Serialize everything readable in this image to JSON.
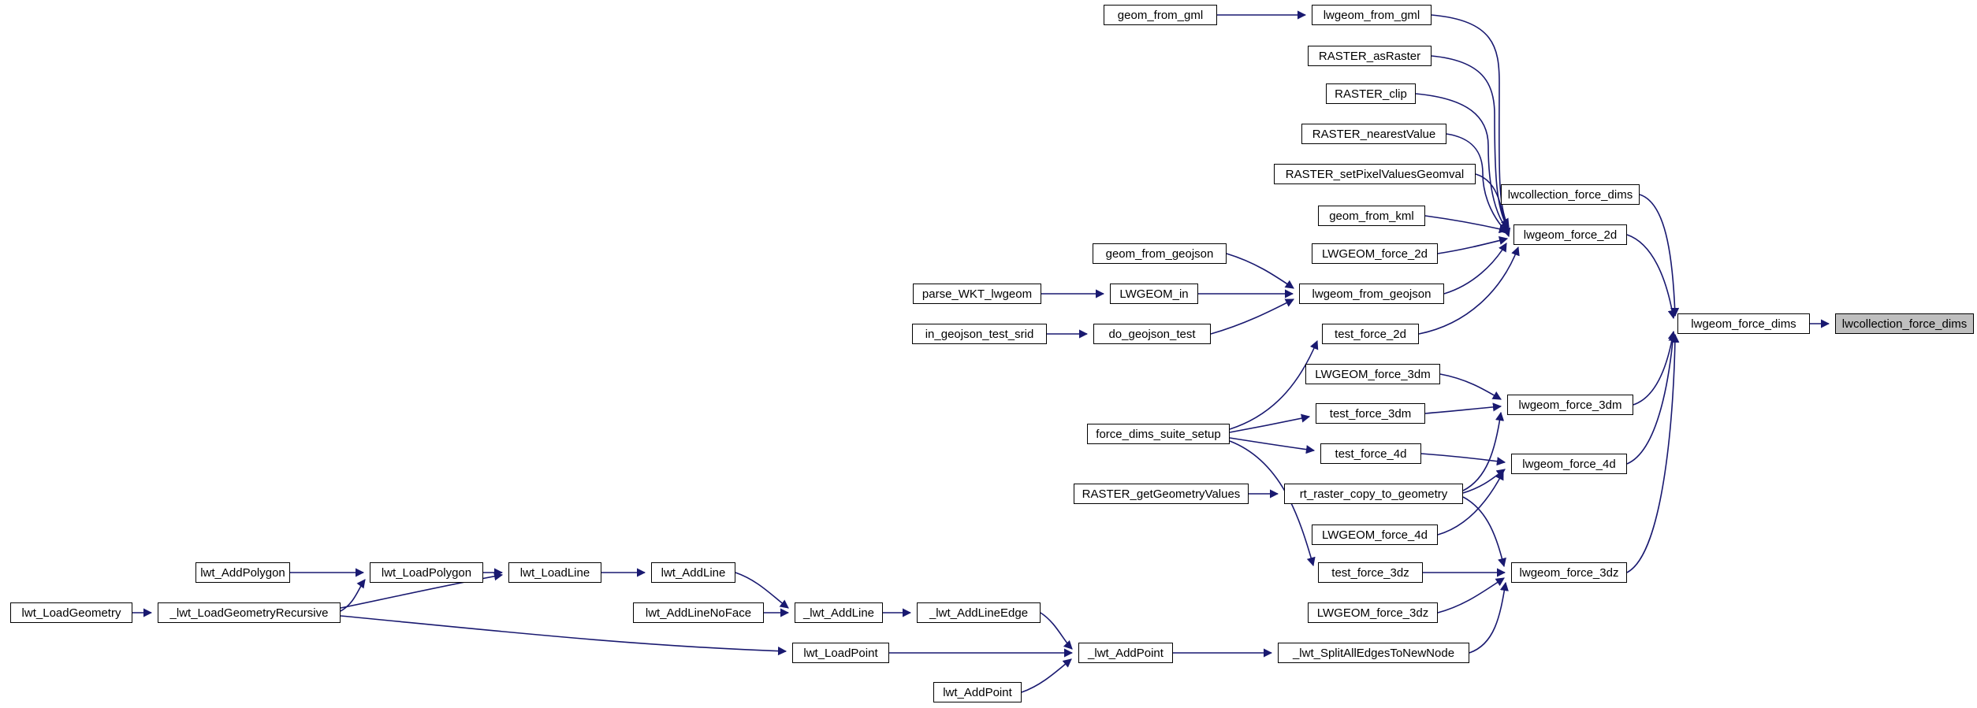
{
  "diagram": {
    "type": "caller-graph",
    "target_function": "lwcollection_force_dims",
    "colors": {
      "background": "#ffffff",
      "node_fill": "#ffffff",
      "node_border": "#000000",
      "target_node_fill": "#bfbfbf",
      "edge": "#191970",
      "text": "#000000"
    },
    "nodes": [
      {
        "id": "geom_from_gml",
        "label": "geom_from_gml"
      },
      {
        "id": "lwgeom_from_gml",
        "label": "lwgeom_from_gml"
      },
      {
        "id": "RASTER_asRaster",
        "label": "RASTER_asRaster"
      },
      {
        "id": "RASTER_clip",
        "label": "RASTER_clip"
      },
      {
        "id": "RASTER_nearestValue",
        "label": "RASTER_nearestValue"
      },
      {
        "id": "RASTER_setPixelValuesGeomval",
        "label": "RASTER_setPixelValuesGeomval"
      },
      {
        "id": "lwcollection_force_dims_caller",
        "label": "lwcollection_force_dims"
      },
      {
        "id": "geom_from_kml",
        "label": "geom_from_kml"
      },
      {
        "id": "lwgeom_force_2d",
        "label": "lwgeom_force_2d"
      },
      {
        "id": "LWGEOM_force_2d",
        "label": "LWGEOM_force_2d"
      },
      {
        "id": "geom_from_geojson",
        "label": "geom_from_geojson"
      },
      {
        "id": "lwgeom_from_geojson",
        "label": "lwgeom_from_geojson"
      },
      {
        "id": "parse_WKT_lwgeom",
        "label": "parse_WKT_lwgeom"
      },
      {
        "id": "LWGEOM_in",
        "label": "LWGEOM_in"
      },
      {
        "id": "in_geojson_test_srid",
        "label": "in_geojson_test_srid"
      },
      {
        "id": "do_geojson_test",
        "label": "do_geojson_test"
      },
      {
        "id": "test_force_2d",
        "label": "test_force_2d"
      },
      {
        "id": "lwgeom_force_dims",
        "label": "lwgeom_force_dims"
      },
      {
        "id": "lwcollection_force_dims_target",
        "label": "lwcollection_force_dims"
      },
      {
        "id": "LWGEOM_force_3dm",
        "label": "LWGEOM_force_3dm"
      },
      {
        "id": "lwgeom_force_3dm",
        "label": "lwgeom_force_3dm"
      },
      {
        "id": "test_force_3dm",
        "label": "test_force_3dm"
      },
      {
        "id": "force_dims_suite_setup",
        "label": "force_dims_suite_setup"
      },
      {
        "id": "test_force_4d",
        "label": "test_force_4d"
      },
      {
        "id": "lwgeom_force_4d",
        "label": "lwgeom_force_4d"
      },
      {
        "id": "RASTER_getGeometryValues",
        "label": "RASTER_getGeometryValues"
      },
      {
        "id": "rt_raster_copy_to_geometry",
        "label": "rt_raster_copy_to_geometry"
      },
      {
        "id": "LWGEOM_force_4d",
        "label": "LWGEOM_force_4d"
      },
      {
        "id": "test_force_3dz",
        "label": "test_force_3dz"
      },
      {
        "id": "lwgeom_force_3dz",
        "label": "lwgeom_force_3dz"
      },
      {
        "id": "LWGEOM_force_3dz",
        "label": "LWGEOM_force_3dz"
      },
      {
        "id": "lwt_AddPolygon",
        "label": "lwt_AddPolygon"
      },
      {
        "id": "lwt_LoadPolygon",
        "label": "lwt_LoadPolygon"
      },
      {
        "id": "lwt_LoadLine",
        "label": "lwt_LoadLine"
      },
      {
        "id": "lwt_AddLine",
        "label": "lwt_AddLine"
      },
      {
        "id": "lwt_LoadGeometry",
        "label": "lwt_LoadGeometry"
      },
      {
        "id": "_lwt_LoadGeometryRecursive",
        "label": "_lwt_LoadGeometryRecursive"
      },
      {
        "id": "lwt_AddLineNoFace",
        "label": "lwt_AddLineNoFace"
      },
      {
        "id": "_lwt_AddLine",
        "label": "_lwt_AddLine"
      },
      {
        "id": "_lwt_AddLineEdge",
        "label": "_lwt_AddLineEdge"
      },
      {
        "id": "lwt_LoadPoint",
        "label": "lwt_LoadPoint"
      },
      {
        "id": "_lwt_AddPoint",
        "label": "_lwt_AddPoint"
      },
      {
        "id": "_lwt_SplitAllEdgesToNewNode",
        "label": "_lwt_SplitAllEdgesToNewNode"
      },
      {
        "id": "lwt_AddPoint",
        "label": "lwt_AddPoint"
      }
    ],
    "edges": [
      {
        "from": "geom_from_gml",
        "to": "lwgeom_from_gml"
      },
      {
        "from": "lwgeom_from_gml",
        "to": "lwgeom_force_2d"
      },
      {
        "from": "RASTER_asRaster",
        "to": "lwgeom_force_2d"
      },
      {
        "from": "RASTER_clip",
        "to": "lwgeom_force_2d"
      },
      {
        "from": "RASTER_nearestValue",
        "to": "lwgeom_force_2d"
      },
      {
        "from": "RASTER_setPixelValuesGeomval",
        "to": "lwgeom_force_2d"
      },
      {
        "from": "geom_from_kml",
        "to": "lwgeom_force_2d"
      },
      {
        "from": "LWGEOM_force_2d",
        "to": "lwgeom_force_2d"
      },
      {
        "from": "lwgeom_from_geojson",
        "to": "lwgeom_force_2d"
      },
      {
        "from": "test_force_2d",
        "to": "lwgeom_force_2d"
      },
      {
        "from": "geom_from_geojson",
        "to": "lwgeom_from_geojson"
      },
      {
        "from": "LWGEOM_in",
        "to": "lwgeom_from_geojson"
      },
      {
        "from": "do_geojson_test",
        "to": "lwgeom_from_geojson"
      },
      {
        "from": "parse_WKT_lwgeom",
        "to": "LWGEOM_in"
      },
      {
        "from": "in_geojson_test_srid",
        "to": "do_geojson_test"
      },
      {
        "from": "force_dims_suite_setup",
        "to": "test_force_2d"
      },
      {
        "from": "force_dims_suite_setup",
        "to": "test_force_3dm"
      },
      {
        "from": "force_dims_suite_setup",
        "to": "test_force_4d"
      },
      {
        "from": "force_dims_suite_setup",
        "to": "test_force_3dz"
      },
      {
        "from": "LWGEOM_force_3dm",
        "to": "lwgeom_force_3dm"
      },
      {
        "from": "test_force_3dm",
        "to": "lwgeom_force_3dm"
      },
      {
        "from": "rt_raster_copy_to_geometry",
        "to": "lwgeom_force_3dm"
      },
      {
        "from": "test_force_4d",
        "to": "lwgeom_force_4d"
      },
      {
        "from": "rt_raster_copy_to_geometry",
        "to": "lwgeom_force_4d"
      },
      {
        "from": "LWGEOM_force_4d",
        "to": "lwgeom_force_4d"
      },
      {
        "from": "RASTER_getGeometryValues",
        "to": "rt_raster_copy_to_geometry"
      },
      {
        "from": "test_force_3dz",
        "to": "lwgeom_force_3dz"
      },
      {
        "from": "LWGEOM_force_3dz",
        "to": "lwgeom_force_3dz"
      },
      {
        "from": "rt_raster_copy_to_geometry",
        "to": "lwgeom_force_3dz"
      },
      {
        "from": "_lwt_SplitAllEdgesToNewNode",
        "to": "lwgeom_force_3dz"
      },
      {
        "from": "lwcollection_force_dims_caller",
        "to": "lwgeom_force_dims"
      },
      {
        "from": "lwgeom_force_2d",
        "to": "lwgeom_force_dims"
      },
      {
        "from": "lwgeom_force_3dm",
        "to": "lwgeom_force_dims"
      },
      {
        "from": "lwgeom_force_4d",
        "to": "lwgeom_force_dims"
      },
      {
        "from": "lwgeom_force_3dz",
        "to": "lwgeom_force_dims"
      },
      {
        "from": "lwgeom_force_dims",
        "to": "lwcollection_force_dims_target"
      },
      {
        "from": "lwt_AddPolygon",
        "to": "lwt_LoadPolygon"
      },
      {
        "from": "lwt_LoadGeometry",
        "to": "_lwt_LoadGeometryRecursive"
      },
      {
        "from": "_lwt_LoadGeometryRecursive",
        "to": "lwt_LoadPolygon"
      },
      {
        "from": "_lwt_LoadGeometryRecursive",
        "to": "lwt_LoadLine"
      },
      {
        "from": "_lwt_LoadGeometryRecursive",
        "to": "lwt_LoadPoint"
      },
      {
        "from": "lwt_LoadPolygon",
        "to": "lwt_LoadLine"
      },
      {
        "from": "lwt_LoadLine",
        "to": "lwt_AddLine"
      },
      {
        "from": "lwt_AddLine",
        "to": "_lwt_AddLine"
      },
      {
        "from": "lwt_AddLineNoFace",
        "to": "_lwt_AddLine"
      },
      {
        "from": "_lwt_AddLine",
        "to": "_lwt_AddLineEdge"
      },
      {
        "from": "_lwt_AddLineEdge",
        "to": "_lwt_AddPoint"
      },
      {
        "from": "lwt_LoadPoint",
        "to": "_lwt_AddPoint"
      },
      {
        "from": "lwt_AddPoint",
        "to": "_lwt_AddPoint"
      },
      {
        "from": "_lwt_AddPoint",
        "to": "_lwt_SplitAllEdgesToNewNode"
      }
    ]
  }
}
